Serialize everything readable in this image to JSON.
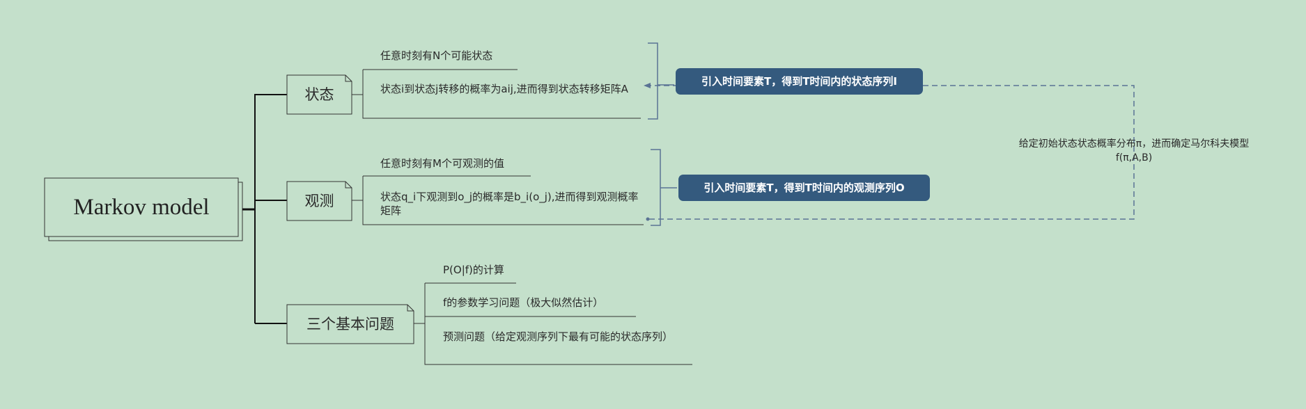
{
  "root": {
    "label": "Markov model"
  },
  "branches": [
    {
      "label": "状态",
      "leaves": [
        "任意时刻有N个可能状态",
        "状态i到状态j转移的概率为aij,进而得到状态转移矩阵A"
      ],
      "summary": "引入时间要素T，得到T时间内的状态序列I"
    },
    {
      "label": "观测",
      "leaves": [
        "任意时刻有M个可观测的值",
        "状态q_i下观测到o_j的概率是b_i(o_j),进而得到观测概率矩阵"
      ],
      "summary": "引入时间要素T，得到T时间内的观测序列O"
    },
    {
      "label": "三个基本问题",
      "leaves": [
        "P(O|f)的计算",
        "f的参数学习问题（极大似然估计）",
        "预测问题（给定观测序列下最有可能的状态序列）"
      ]
    }
  ],
  "relation_note": "给定初始状态状态概率分布π，进而确定马尔科夫模型f(π,A,B)",
  "colors": {
    "background": "#c4e0cb",
    "pill": "#345a7e",
    "line": "#111111",
    "dashed": "#5a7394"
  }
}
